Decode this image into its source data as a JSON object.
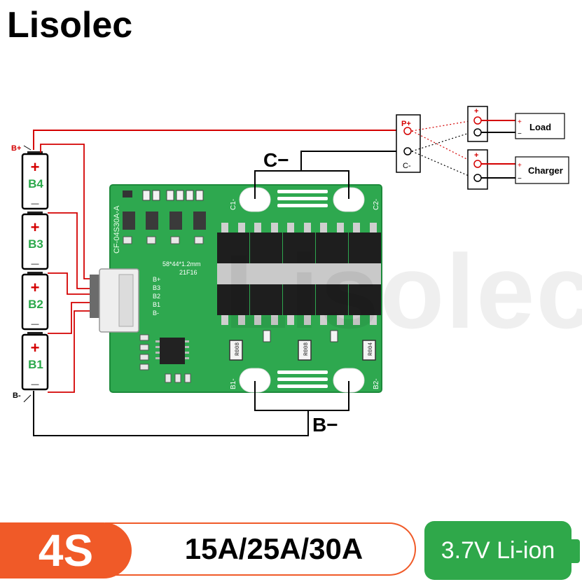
{
  "brand": "Lisolec",
  "watermark": "Lisolec",
  "colors": {
    "wire_red": "#d40000",
    "wire_black": "#000000",
    "pcb_green": "#2ea84f",
    "cell_green": "#2aa84a",
    "banner_orange": "#f05a28",
    "banner_green": "#2fa84a"
  },
  "pack": {
    "b_plus": "B+",
    "b_minus": "B-",
    "cells": [
      {
        "name": "B4",
        "plus": "+",
        "minus": "—"
      },
      {
        "name": "B3",
        "plus": "+",
        "minus": "—"
      },
      {
        "name": "B2",
        "plus": "+",
        "minus": "—"
      },
      {
        "name": "B1",
        "plus": "+",
        "minus": "—"
      }
    ]
  },
  "board": {
    "model": "CF-04S30A-A",
    "size_text": "58*44*1.2mm",
    "date_code": "21F16",
    "pad_c1": "C1-",
    "pad_c2": "C2-",
    "pad_b1": "B1-",
    "pad_b2": "B2-",
    "connector_labels": [
      "B+",
      "B3",
      "B2",
      "B1",
      "B-"
    ],
    "resistor_codes": [
      "R008",
      "R008",
      "R004"
    ]
  },
  "callouts": {
    "c_minus": "C−",
    "b_minus": "B−"
  },
  "output": {
    "p_plus": "P+",
    "c_minus": "C-",
    "load": {
      "label": "Load",
      "plus": "+",
      "minus": "−"
    },
    "charger": {
      "label": "Charger",
      "plus": "+",
      "minus": "−"
    }
  },
  "banner": {
    "cells_count": "4S",
    "current_ratings": "15A/25A/30A",
    "chemistry": "3.7V Li-ion"
  }
}
